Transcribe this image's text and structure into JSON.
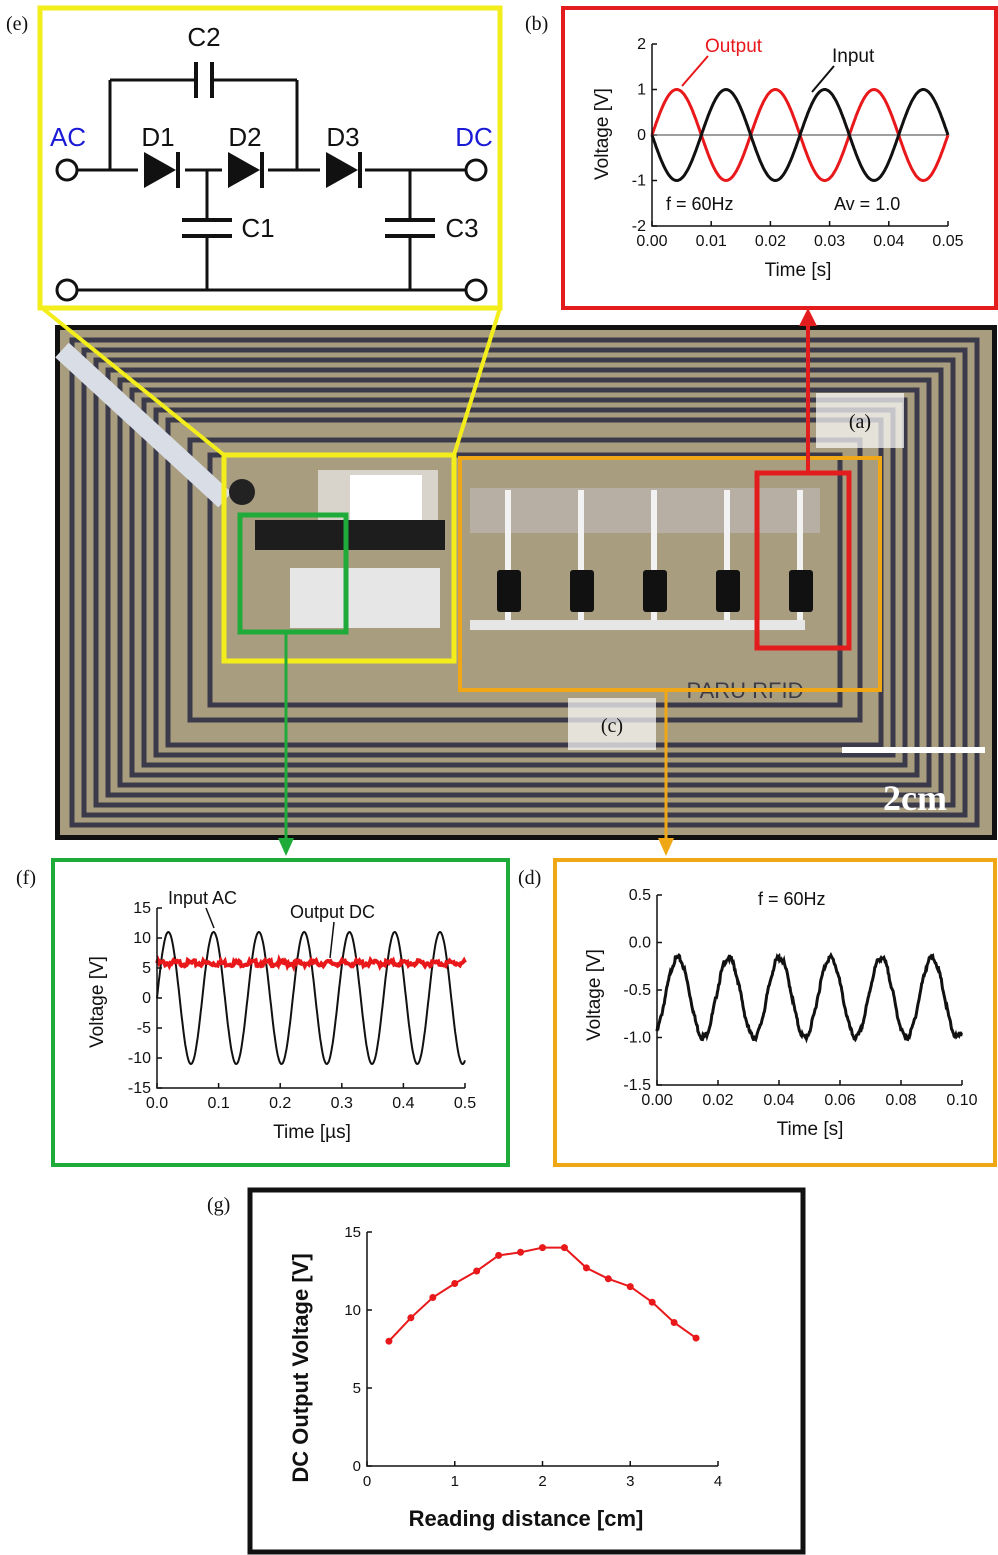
{
  "panel_letters": {
    "a": "(a)",
    "b": "(b)",
    "c": "(c)",
    "d": "(d)",
    "e": "(e)",
    "f": "(f)",
    "g": "(g)"
  },
  "circuit": {
    "ac": "AC",
    "dc": "DC",
    "d1": "D1",
    "d2": "D2",
    "d3": "D3",
    "c1": "C1",
    "c2": "C2",
    "c3": "C3",
    "colors": {
      "terminal": "#1a1ad6",
      "frame": "#f3ee1b"
    }
  },
  "photo": {
    "engraving": "PARU RFID",
    "scale_bar": "2cm"
  },
  "colors": {
    "b": "#e31d1d",
    "c": "#f0a716",
    "f": "#1fab3a",
    "g": "#111111",
    "red_series": "#e8181b"
  },
  "chart_data": [
    {
      "id": "b",
      "type": "line",
      "xlabel": "Time [s]",
      "ylabel": "Voltage [V]",
      "xlim": [
        0,
        0.05
      ],
      "ylim": [
        -2,
        2
      ],
      "xticks": [
        "0.00",
        "0.01",
        "0.02",
        "0.03",
        "0.04",
        "0.05"
      ],
      "yticks": [
        "-2",
        "-1",
        "0",
        "1",
        "2"
      ],
      "annotations": {
        "f": "f = 60Hz",
        "av": "Av = 1.0",
        "output": "Output",
        "input": "Input"
      },
      "series": [
        {
          "name": "Output",
          "color": "#e8181b",
          "amplitude": 1.0,
          "frequency_hz": 60,
          "phase": 0
        },
        {
          "name": "Input",
          "color": "#111111",
          "amplitude": 1.0,
          "frequency_hz": 60,
          "phase": 3.14159
        }
      ]
    },
    {
      "id": "d",
      "type": "line",
      "xlabel": "Time [s]",
      "ylabel": "Voltage [V]",
      "xlim": [
        0,
        0.1
      ],
      "ylim": [
        -1.5,
        0.5
      ],
      "xticks": [
        "0.00",
        "0.02",
        "0.04",
        "0.06",
        "0.08",
        "0.10"
      ],
      "yticks": [
        "-1.5",
        "-1.0",
        "-0.5",
        "0.0",
        "0.5"
      ],
      "annotations": {
        "f": "f = 60Hz"
      },
      "series": [
        {
          "color": "#111111",
          "offset": -0.58,
          "amplitude": 0.42,
          "frequency_hz": 60,
          "phase": -1.0
        }
      ]
    },
    {
      "id": "f",
      "type": "line",
      "xlabel": "Time [µs]",
      "ylabel": "Voltage [V]",
      "xlim": [
        0,
        0.5
      ],
      "ylim": [
        -15,
        15
      ],
      "xticks": [
        "0.0",
        "0.1",
        "0.2",
        "0.3",
        "0.4",
        "0.5"
      ],
      "yticks": [
        "-15",
        "-10",
        "-5",
        "0",
        "5",
        "10",
        "15"
      ],
      "annotations": {
        "input": "Input AC",
        "output": "Output DC"
      },
      "series": [
        {
          "name": "Input AC",
          "color": "#111111",
          "amplitude": 11,
          "period": 0.0735,
          "phase": 0
        },
        {
          "name": "Output DC",
          "color": "#e8181b",
          "value": 5.8
        }
      ]
    },
    {
      "id": "g",
      "type": "line",
      "xlabel": "Reading distance [cm]",
      "ylabel": "DC Output Voltage [V]",
      "xlim": [
        0,
        4
      ],
      "ylim": [
        0,
        15
      ],
      "xticks": [
        "0",
        "1",
        "2",
        "3",
        "4"
      ],
      "yticks": [
        "0",
        "5",
        "10",
        "15"
      ],
      "series": [
        {
          "color": "#e8181b",
          "x": [
            0.25,
            0.5,
            0.75,
            1.0,
            1.25,
            1.5,
            1.75,
            2.0,
            2.25,
            2.5,
            2.75,
            3.0,
            3.25,
            3.5,
            3.75
          ],
          "y": [
            8.0,
            9.5,
            10.8,
            11.7,
            12.5,
            13.5,
            13.7,
            14.0,
            14.0,
            12.7,
            12.0,
            11.5,
            10.5,
            9.2,
            8.2
          ]
        }
      ]
    }
  ]
}
